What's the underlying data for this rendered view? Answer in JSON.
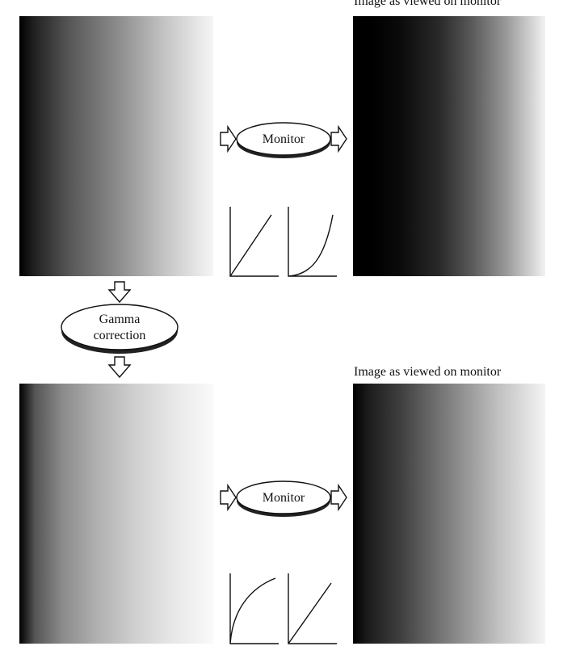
{
  "top_row": {
    "caption": "Image as viewed on monitor",
    "monitor_label": "Monitor"
  },
  "gamma_step": {
    "label_line1": "Gamma",
    "label_line2": "correction"
  },
  "bottom_row": {
    "caption": "Image as viewed on monitor",
    "monitor_label": "Monitor"
  },
  "colors": {
    "line": "#111111",
    "background": "#ffffff"
  }
}
